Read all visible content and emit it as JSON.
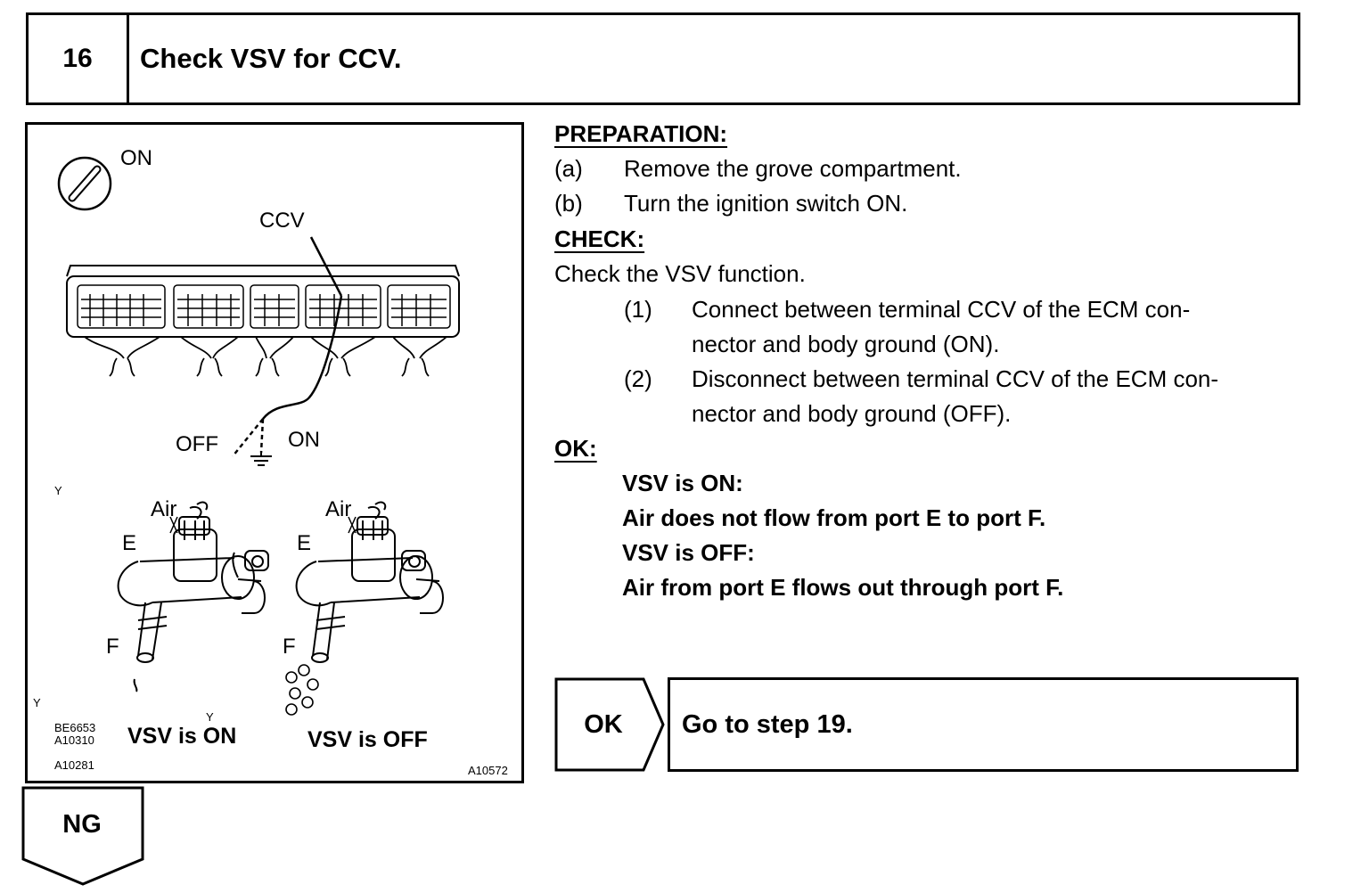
{
  "step": {
    "number": "16",
    "title": "Check VSV for CCV."
  },
  "illustration": {
    "ignition_label": "ON",
    "terminal_label": "CCV",
    "switch_off_label": "OFF",
    "switch_on_label": "ON",
    "y_marks": [
      "Y",
      "Y",
      "Y"
    ],
    "left_valve": {
      "air_label": "Air",
      "port_e": "E",
      "port_f": "F",
      "caption": "VSV is ON"
    },
    "right_valve": {
      "air_label": "Air",
      "port_e": "E",
      "port_f": "F",
      "caption": "VSV is OFF"
    },
    "figure_codes": [
      "BE6653",
      "A10310",
      "A10281",
      "A10572"
    ]
  },
  "procedure": {
    "preparation_heading": "PREPARATION:",
    "preparation_items": [
      {
        "marker": "(a)",
        "text": "Remove the grove compartment."
      },
      {
        "marker": "(b)",
        "text": "Turn the ignition switch ON."
      }
    ],
    "check_heading": "CHECK:",
    "check_intro": "Check the VSV function.",
    "check_items": [
      {
        "marker": "(1)",
        "line1": "Connect between terminal CCV of the ECM con-",
        "line2": "nector and body ground (ON)."
      },
      {
        "marker": "(2)",
        "line1": "Disconnect between terminal CCV of the ECM con-",
        "line2": "nector and body ground (OFF)."
      }
    ],
    "ok_heading": "OK:",
    "ok_lines": [
      "VSV is ON:",
      "Air does not flow from port E to port F.",
      "VSV is OFF:",
      "Air from port E flows out through port F."
    ]
  },
  "results": {
    "ok_label": "OK",
    "ok_action": "Go to step 19.",
    "ng_label": "NG"
  }
}
